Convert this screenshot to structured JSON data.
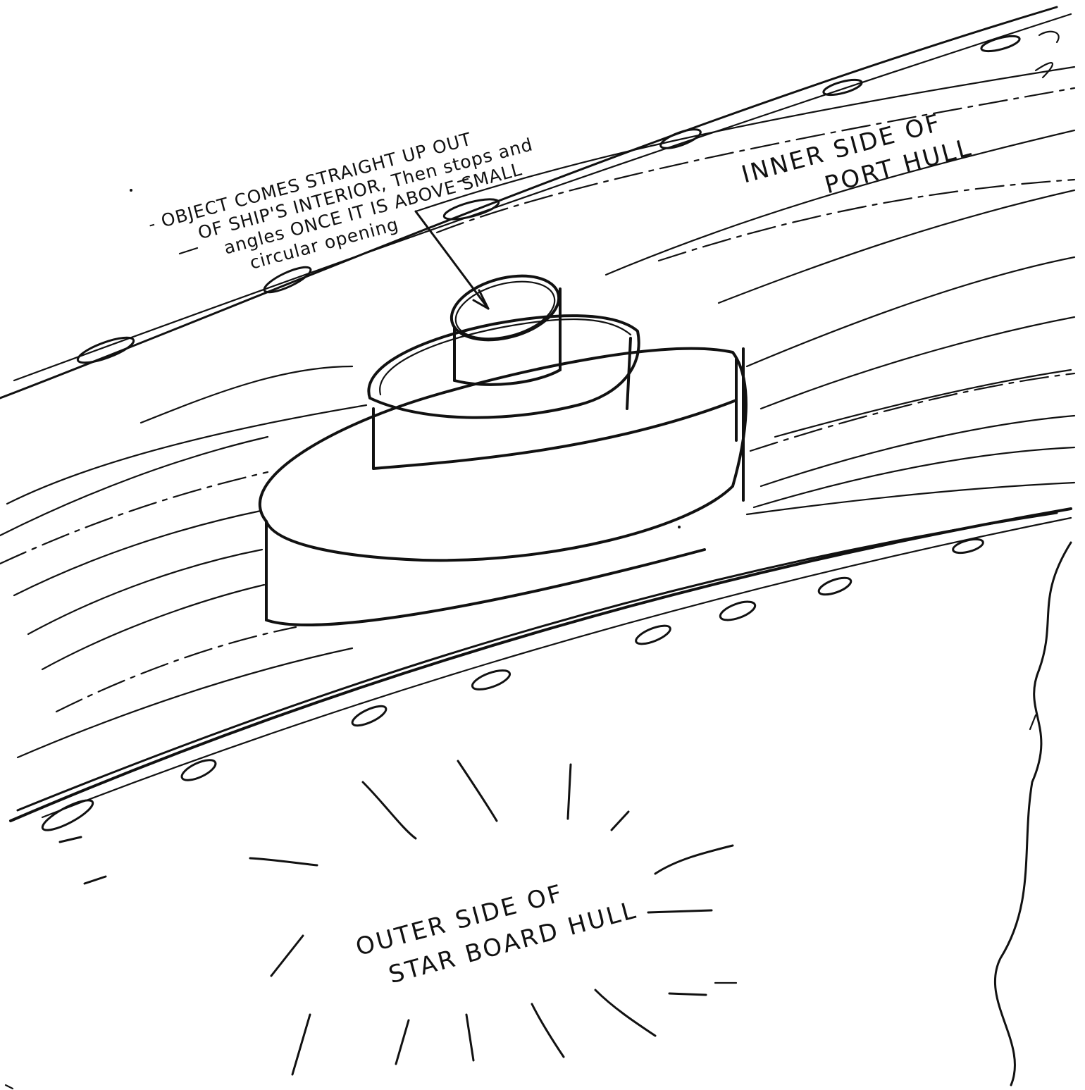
{
  "sketch": {
    "annotation_lines": [
      "- OBJECT COMES STRAIGHT UP OUT",
      "OF SHIP'S INTERIOR, Then stops and",
      "angles ONCE IT IS ABOVE SMALL",
      "circular opening"
    ],
    "label_port": [
      "INNER SIDE OF",
      "PORT HULL"
    ],
    "label_starboard": [
      "OUTER SIDE OF",
      "STAR BOARD HULL"
    ]
  }
}
